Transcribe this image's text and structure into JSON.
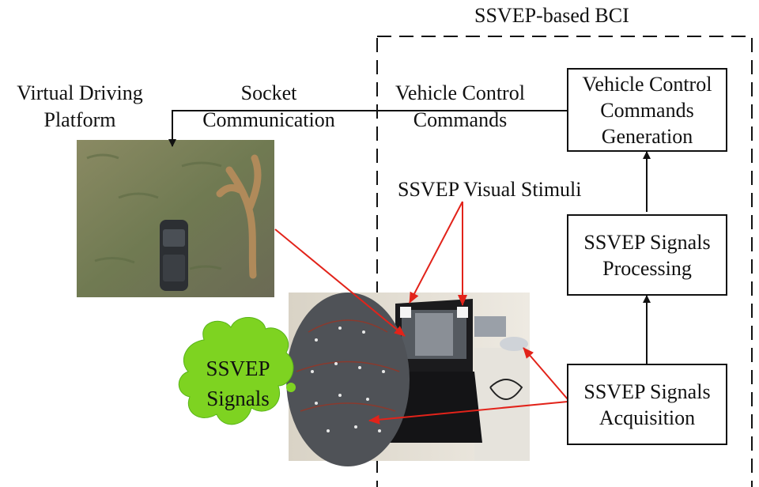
{
  "group": {
    "title": "SSVEP-based BCI"
  },
  "platform": {
    "line1": "Virtual Driving",
    "line2": "Platform"
  },
  "socket": {
    "line1": "Socket",
    "line2": "Communication"
  },
  "vcc": {
    "line1": "Vehicle Control",
    "line2": "Commands"
  },
  "stimuli": {
    "label": "SSVEP Visual Stimuli"
  },
  "boxes": {
    "generation": {
      "l1": "Vehicle Control",
      "l2": "Commands",
      "l3": "Generation"
    },
    "processing": {
      "l1": "SSVEP Signals",
      "l2": "Processing"
    },
    "acquisition": {
      "l1": "SSVEP Signals",
      "l2": "Acquisition"
    }
  },
  "cloud": {
    "l1": "SSVEP",
    "l2": "Signals"
  },
  "colors": {
    "arrow_red": "#e2231a",
    "cloud_green": "#7ed321",
    "stroke": "#111111"
  },
  "images": [
    "driving-scene-photo",
    "eeg-cap-laptop-photo"
  ]
}
